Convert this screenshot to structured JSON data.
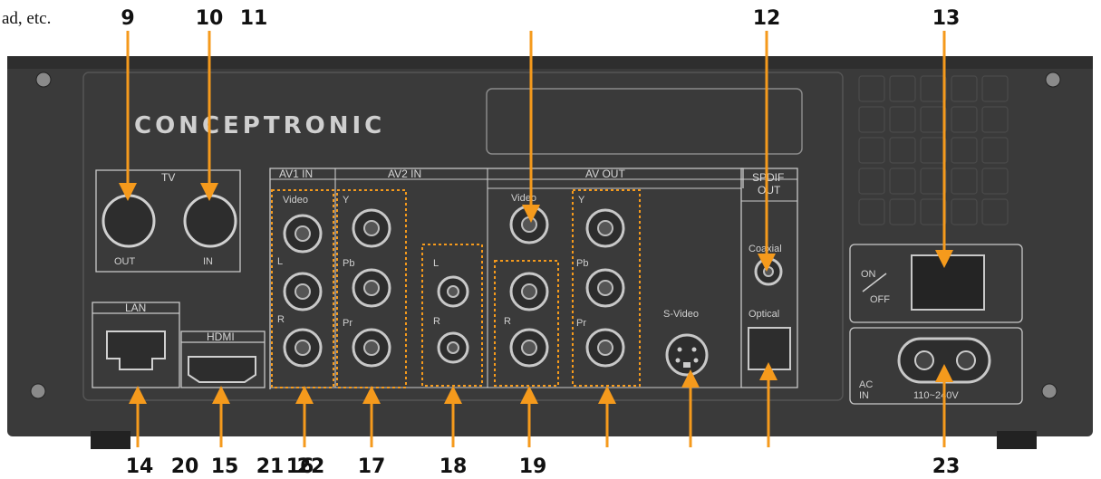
{
  "top_text": "ad, etc.",
  "brand": "CONCEPTRONIC",
  "sections": {
    "tv": "TV",
    "av1_in": "AV1 IN",
    "av2_in": "AV2 IN",
    "av_out": "AV OUT",
    "spdif_out_1": "SPDIF",
    "spdif_out_2": "OUT",
    "lan": "LAN",
    "hdmi": "HDMI"
  },
  "port_labels": {
    "tv_out": "OUT",
    "tv_in": "IN",
    "av1_video": "Video",
    "av1_l": "L",
    "av1_r": "R",
    "av2_y": "Y",
    "av2_pb": "Pb",
    "av2_pr": "Pr",
    "av2_l": "L",
    "av2_r": "R",
    "avout_video": "Video",
    "avout_r": "R",
    "avout_y": "Y",
    "avout_pb": "Pb",
    "avout_pr": "Pr",
    "svideo": "S-Video",
    "coaxial": "Coaxial",
    "optical": "Optical",
    "on": "ON",
    "off": "OFF",
    "ac_1": "AC",
    "ac_2": "IN",
    "voltage": "110~240V"
  },
  "callouts_top": [
    "9",
    "10",
    "11",
    "12",
    "13"
  ],
  "callouts_bottom": [
    "14",
    "20",
    "15",
    "21",
    "16",
    "22",
    "17",
    "18",
    "19",
    "23"
  ],
  "colors": {
    "callout": "#f59a1c",
    "panel": "#3b3b3b",
    "panel_dark": "#2a2a2a",
    "line": "#c9c9c9"
  }
}
